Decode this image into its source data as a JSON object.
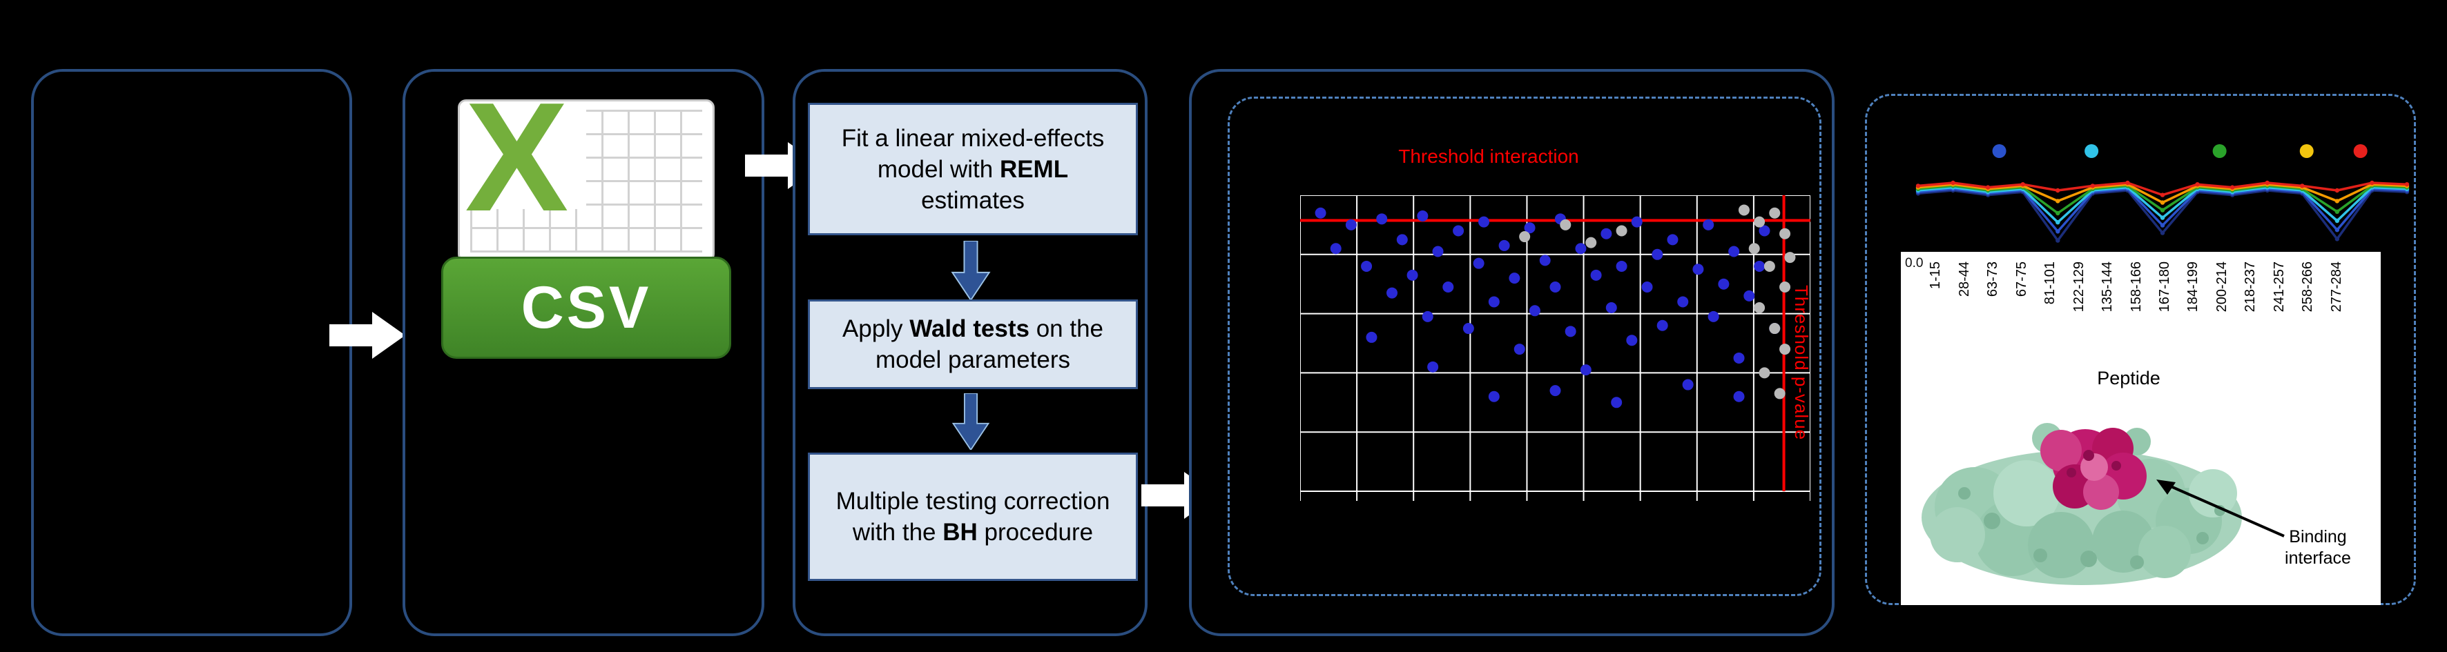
{
  "flow": {
    "csv": {
      "x_letter": "X",
      "csv_label": "CSV"
    },
    "steps": [
      {
        "pre": "Fit a linear mixed-effects model with ",
        "bold": "REML",
        "post": " estimates"
      },
      {
        "pre": "Apply ",
        "bold": "Wald tests",
        "post": " on the model parameters"
      },
      {
        "pre": "Multiple testing correction\nwith the ",
        "bold": "BH",
        "post": " procedure"
      }
    ]
  },
  "chart_data": [
    {
      "id": "interaction_scatter",
      "type": "scatter",
      "threshold_labels": {
        "interaction": "Threshold interaction",
        "pvalue": "Threshold p-value"
      },
      "grid": {
        "cols": 9,
        "rows": 5,
        "line_color": "#ffffff",
        "bg": "#000000"
      },
      "thresholds": {
        "h_frac_from_top": 0.085,
        "v_frac_from_left": 0.948,
        "color": "#ff0000"
      },
      "series": [
        {
          "name": "interaction-points",
          "color": "#2929d6",
          "points_pct": [
            [
              4,
              6
            ],
            [
              7,
              18
            ],
            [
              10,
              10
            ],
            [
              13,
              24
            ],
            [
              16,
              8
            ],
            [
              18,
              33
            ],
            [
              20,
              15
            ],
            [
              22,
              27
            ],
            [
              24,
              7
            ],
            [
              25,
              41
            ],
            [
              27,
              19
            ],
            [
              29,
              31
            ],
            [
              31,
              12
            ],
            [
              33,
              45
            ],
            [
              35,
              23
            ],
            [
              36,
              9
            ],
            [
              38,
              36
            ],
            [
              40,
              17
            ],
            [
              42,
              28
            ],
            [
              43,
              52
            ],
            [
              45,
              11
            ],
            [
              46,
              39
            ],
            [
              48,
              22
            ],
            [
              50,
              31
            ],
            [
              51,
              8
            ],
            [
              53,
              46
            ],
            [
              55,
              18
            ],
            [
              56,
              59
            ],
            [
              58,
              27
            ],
            [
              60,
              13
            ],
            [
              61,
              38
            ],
            [
              63,
              24
            ],
            [
              65,
              49
            ],
            [
              66,
              9
            ],
            [
              68,
              31
            ],
            [
              70,
              20
            ],
            [
              71,
              44
            ],
            [
              73,
              15
            ],
            [
              75,
              36
            ],
            [
              76,
              64
            ],
            [
              78,
              25
            ],
            [
              80,
              10
            ],
            [
              81,
              41
            ],
            [
              83,
              30
            ],
            [
              85,
              19
            ],
            [
              86,
              55
            ],
            [
              88,
              34
            ],
            [
              90,
              24
            ],
            [
              91,
              12
            ],
            [
              93,
              45
            ],
            [
              62,
              70
            ],
            [
              38,
              68
            ],
            [
              50,
              66
            ],
            [
              26,
              58
            ],
            [
              14,
              48
            ],
            [
              86,
              68
            ]
          ]
        },
        {
          "name": "reference-points",
          "color": "#b9b9b9",
          "points_pct": [
            [
              44,
              14
            ],
            [
              52,
              10
            ],
            [
              57,
              16
            ],
            [
              63,
              12
            ],
            [
              87,
              5
            ],
            [
              90,
              9
            ],
            [
              93,
              6
            ],
            [
              95,
              13
            ],
            [
              89,
              18
            ],
            [
              92,
              24
            ],
            [
              95,
              31
            ],
            [
              90,
              38
            ],
            [
              93,
              45
            ],
            [
              95,
              52
            ],
            [
              91,
              60
            ],
            [
              94,
              67
            ],
            [
              96,
              21
            ]
          ]
        }
      ]
    },
    {
      "id": "peptide_profile",
      "type": "line",
      "categories": [
        "1-15",
        "28-44",
        "63-73",
        "67-75",
        "81-101",
        "122-129",
        "135-144",
        "158-166",
        "167-180",
        "184-199",
        "200-214",
        "218-237",
        "241-257",
        "258-266",
        "277-284"
      ],
      "xlabel": "Peptide",
      "ytick": "0.0",
      "ylim": [
        -3.8,
        0.9
      ],
      "legend_dots": [
        {
          "color": "#2a52cc",
          "x_frac": 0.18
        },
        {
          "color": "#31c3e8",
          "x_frac": 0.36
        },
        {
          "color": "#2aa32a",
          "x_frac": 0.61
        },
        {
          "color": "#f2c50f",
          "x_frac": 0.78
        },
        {
          "color": "#e8211d",
          "x_frac": 0.885
        }
      ],
      "series": [
        {
          "name": "condition-1",
          "color": "#e32119",
          "values": [
            0.3,
            0.5,
            0.2,
            0.4,
            0.0,
            0.3,
            0.5,
            -0.3,
            0.4,
            0.2,
            0.5,
            0.3,
            0.0,
            0.5,
            0.4
          ]
        },
        {
          "name": "condition-2",
          "color": "#f59b00",
          "values": [
            0.2,
            0.4,
            0.1,
            0.3,
            -0.7,
            0.2,
            0.4,
            -0.8,
            0.3,
            0.1,
            0.4,
            0.2,
            -0.7,
            0.4,
            0.3
          ]
        },
        {
          "name": "condition-3",
          "color": "#2aa32a",
          "values": [
            0.1,
            0.3,
            0.0,
            0.2,
            -1.5,
            0.1,
            0.3,
            -1.3,
            0.2,
            0.0,
            0.3,
            0.1,
            -1.4,
            0.3,
            0.2
          ]
        },
        {
          "name": "condition-4",
          "color": "#31c3e8",
          "values": [
            0.0,
            0.2,
            -0.1,
            0.1,
            -2.1,
            0.0,
            0.2,
            -1.8,
            0.1,
            -0.1,
            0.2,
            0.0,
            -2.0,
            0.2,
            0.1
          ]
        },
        {
          "name": "condition-5",
          "color": "#2a52cc",
          "values": [
            -0.1,
            0.1,
            -0.2,
            0.0,
            -2.7,
            -0.1,
            0.1,
            -2.3,
            0.0,
            -0.2,
            0.1,
            -0.1,
            -2.6,
            0.1,
            0.0
          ]
        },
        {
          "name": "condition-6",
          "color": "#1b2d7a",
          "values": [
            -0.2,
            0.0,
            -0.3,
            -0.1,
            -3.3,
            -0.2,
            0.0,
            -2.8,
            -0.1,
            -0.3,
            0.0,
            -0.2,
            -3.2,
            0.0,
            -0.1
          ]
        }
      ],
      "annotation": {
        "binding_label": "Binding\ninterface"
      }
    }
  ]
}
